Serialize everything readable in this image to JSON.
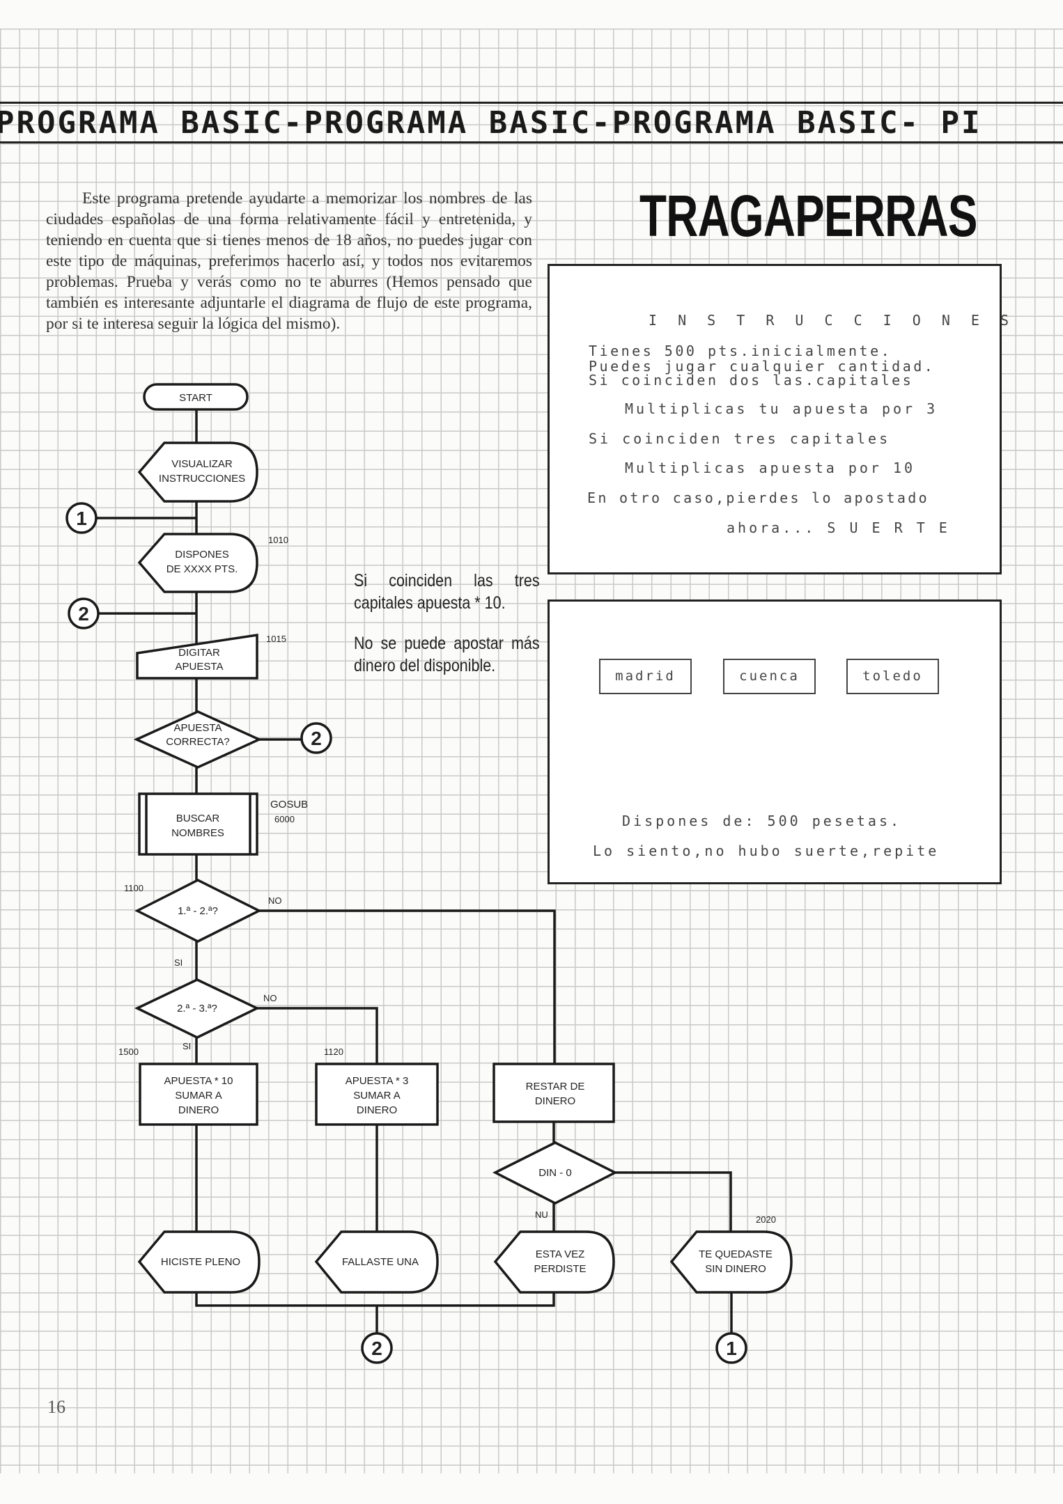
{
  "header": {
    "band_text": "PROGRAMA BASIC-PROGRAMA BASIC-PROGRAMA BASIC- PI"
  },
  "intro": "Este programa pretende ayudarte a memorizar los nombres de las ciudades españolas de una forma relativamente fácil y entretenida, y teniendo en cuenta que si tienes menos de 18 años, no puedes jugar con este tipo de máquinas, preferimos hacerlo así, y todos nos evitaremos problemas. Prueba y verás como no te aburres (Hemos pensado que también es interesante adjuntarle el diagrama de flujo de este programa, por si te interesa seguir la lógica del mismo).",
  "title": "TRAGAPERRAS",
  "screen1": {
    "heading": "I N S T R U C C I O N E S",
    "lines": [
      "Tienes 500 pts.inicialmente.",
      "Puedes jugar cualquier cantidad.",
      "Si coinciden dos las.capitales",
      "Multiplicas tu apuesta por 3",
      "Si coinciden tres capitales",
      "Multiplicas apuesta por 10",
      "En otro caso,pierdes lo apostado",
      "ahora... S U E R T E"
    ]
  },
  "screen2": {
    "cities": [
      "madrid",
      "cuenca",
      "toledo"
    ],
    "balance": "Dispones de: 500 pesetas.",
    "message": "Lo siento,no hubo suerte,repite"
  },
  "note": {
    "p1": "Si coinciden las tres capitales apuesta * 10.",
    "p2": "No se puede apostar más dinero del disponible."
  },
  "flowchart": {
    "start": "START",
    "visualizar": [
      "VISUALIZAR",
      "INSTRUCCIONES"
    ],
    "dispones": [
      "DISPONES",
      "DE XXXX PTS."
    ],
    "digitar": [
      "DIGITAR",
      "APUESTA"
    ],
    "correcta": [
      "APUESTA",
      "CORRECTA?"
    ],
    "buscar": [
      "BUSCAR",
      "NOMBRES"
    ],
    "gosub": [
      "GOSUB",
      "6000"
    ],
    "cond1": "1.ª - 2.ª?",
    "cond2": "2.ª - 3.ª?",
    "din": "DIN - 0",
    "apuesta10": [
      "APUESTA * 10",
      "SUMAR A",
      "DINERO"
    ],
    "apuesta3": [
      "APUESTA * 3",
      "SUMAR A",
      "DINERO"
    ],
    "restar": [
      "RESTAR DE",
      "DINERO"
    ],
    "pleno": "HICISTE PLENO",
    "fallaste": "FALLASTE UNA",
    "perdiste": [
      "ESTA VEZ",
      "PERDISTE"
    ],
    "sindinero": [
      "TE QUEDASTE",
      "SIN DINERO"
    ],
    "labels": {
      "n1010": "1010",
      "n1015": "1015",
      "n1100": "1100",
      "n1500": "1500",
      "n1120": "1120",
      "n2020": "2020",
      "no": "NO",
      "si": "SI",
      "nu": "NU"
    },
    "connectors": {
      "one": "1",
      "two": "2"
    }
  },
  "page_number": "16"
}
